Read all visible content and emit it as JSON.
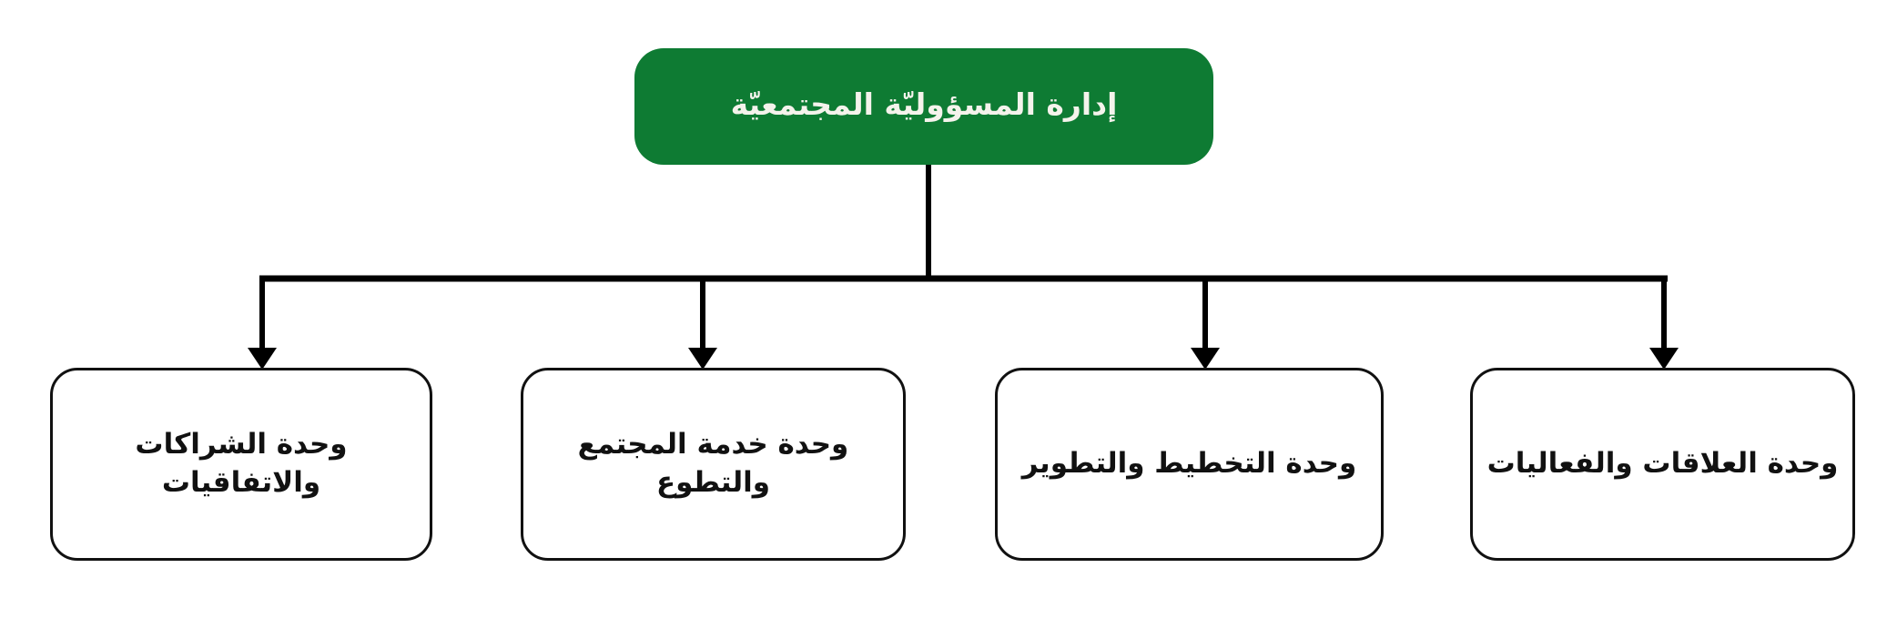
{
  "page": {
    "background_color": "#ffffff"
  },
  "org_chart": {
    "type": "org-chart",
    "root": {
      "label": "إدارة المسؤوليّة المجتمعيّة",
      "fill_color": "#0e7b33",
      "text_color": "#f5f3ec"
    },
    "units": [
      {
        "label": "وحدة الشراكات والاتفاقيات"
      },
      {
        "label": "وحدة خدمة المجتمع\nوالتطوع"
      },
      {
        "label": "وحدة التخطيط والتطوير"
      },
      {
        "label": "وحدة العلاقات والفعاليات"
      }
    ],
    "unit_style": {
      "border_color": "#111111",
      "text_color": "#111111",
      "fill_color": "#ffffff"
    },
    "connector_color": "#000000"
  }
}
